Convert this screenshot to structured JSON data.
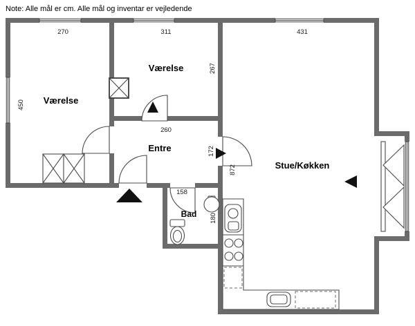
{
  "note": "Note: Alle mål er cm. Alle mål og inventar er vejledende",
  "rooms": {
    "bedroom_left": {
      "label": "Værelse",
      "width_cm": "270",
      "depth_cm": "450"
    },
    "bedroom_mid": {
      "label": "Værelse",
      "width_cm": "311",
      "depth_cm": "267"
    },
    "entre": {
      "label": "Entre",
      "width_cm": "260",
      "depth_cm": "172"
    },
    "bad": {
      "label": "Bad",
      "width_cm": "158",
      "depth_cm": "180"
    },
    "living": {
      "label": "Stue/Køkken",
      "width_cm": "431",
      "depth_cm": "872"
    }
  },
  "colors": {
    "wall": "#6b6b6b",
    "line": "#4a4a4a",
    "background": "#ffffff",
    "arrow": "#111111"
  }
}
